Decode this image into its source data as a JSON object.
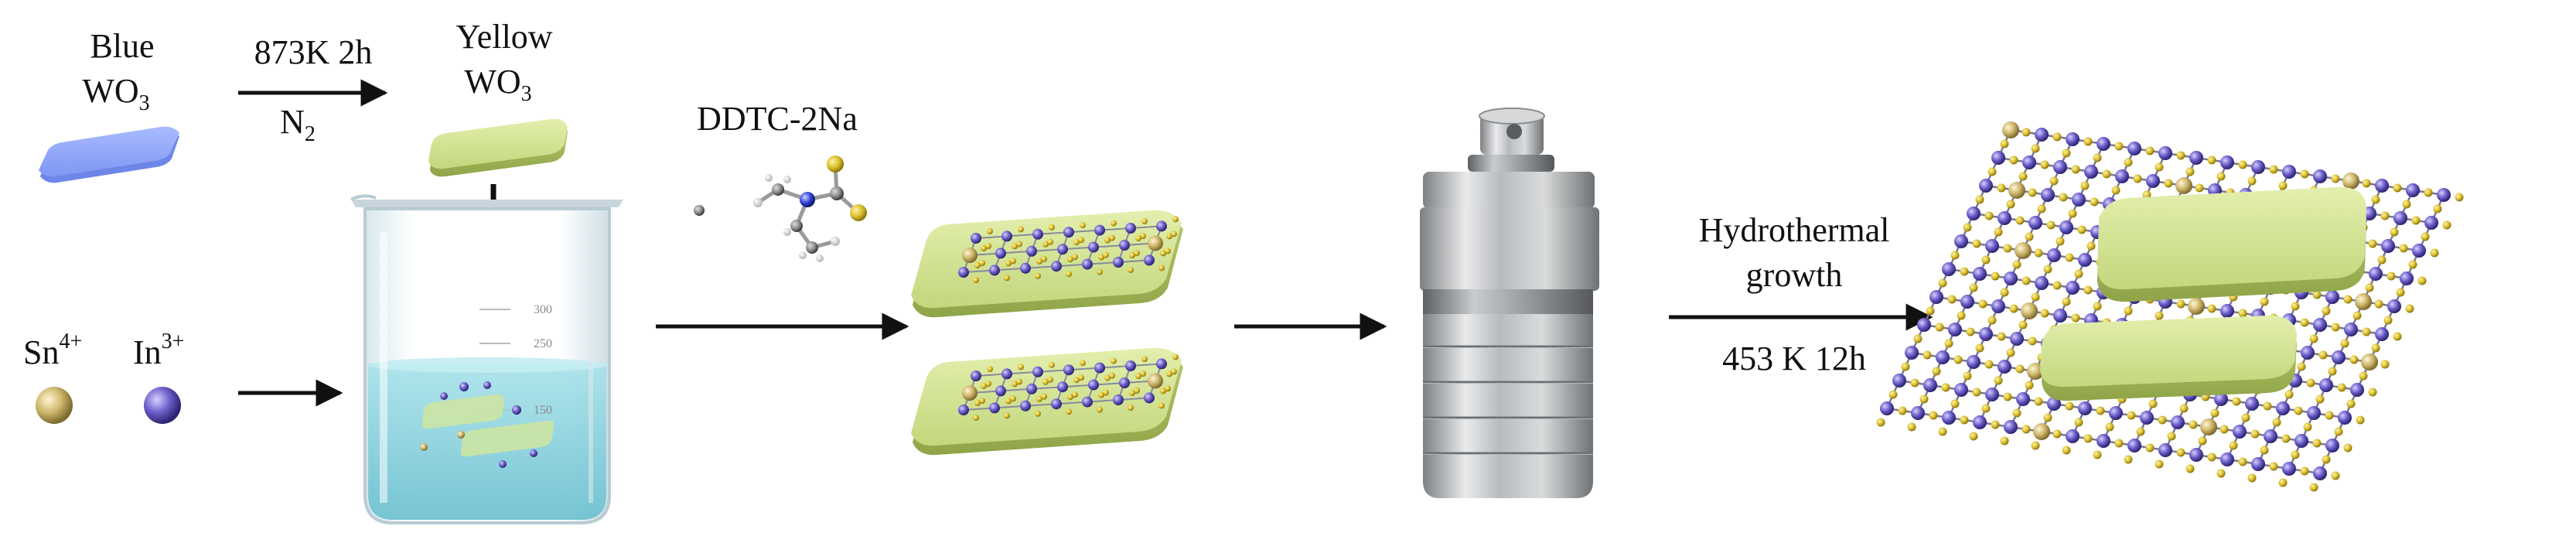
{
  "step1": {
    "blue_label_line1": "Blue",
    "blue_label_line2": "WO",
    "blue_label_sub": "3",
    "condition_top": "873K  2h",
    "condition_gas": "N",
    "condition_gas_sub": "2",
    "yellow_label_line1": "Yellow",
    "yellow_label_line2": "WO",
    "yellow_label_sub": "3"
  },
  "ions": {
    "sn_label": "Sn",
    "sn_charge": "4+",
    "in_label": "In",
    "in_charge": "3+"
  },
  "beaker": {
    "tick_300": "300",
    "tick_250": "250",
    "tick_150": "150"
  },
  "ligand": {
    "label": "DDTC-2Na"
  },
  "hydrothermal": {
    "line1": "Hydrothermal",
    "line2": "growth",
    "condition": "453 K 12h"
  },
  "colors": {
    "blue_plate": "#8fa6f7",
    "yellow_plate": "#cfe08e",
    "sn_atom": "#c9b36a",
    "in_atom": "#6f62c8",
    "sulfur": "#d8c24a",
    "water": "#8fd3df",
    "steel": "#b9bcbf",
    "arrow": "#111111"
  }
}
